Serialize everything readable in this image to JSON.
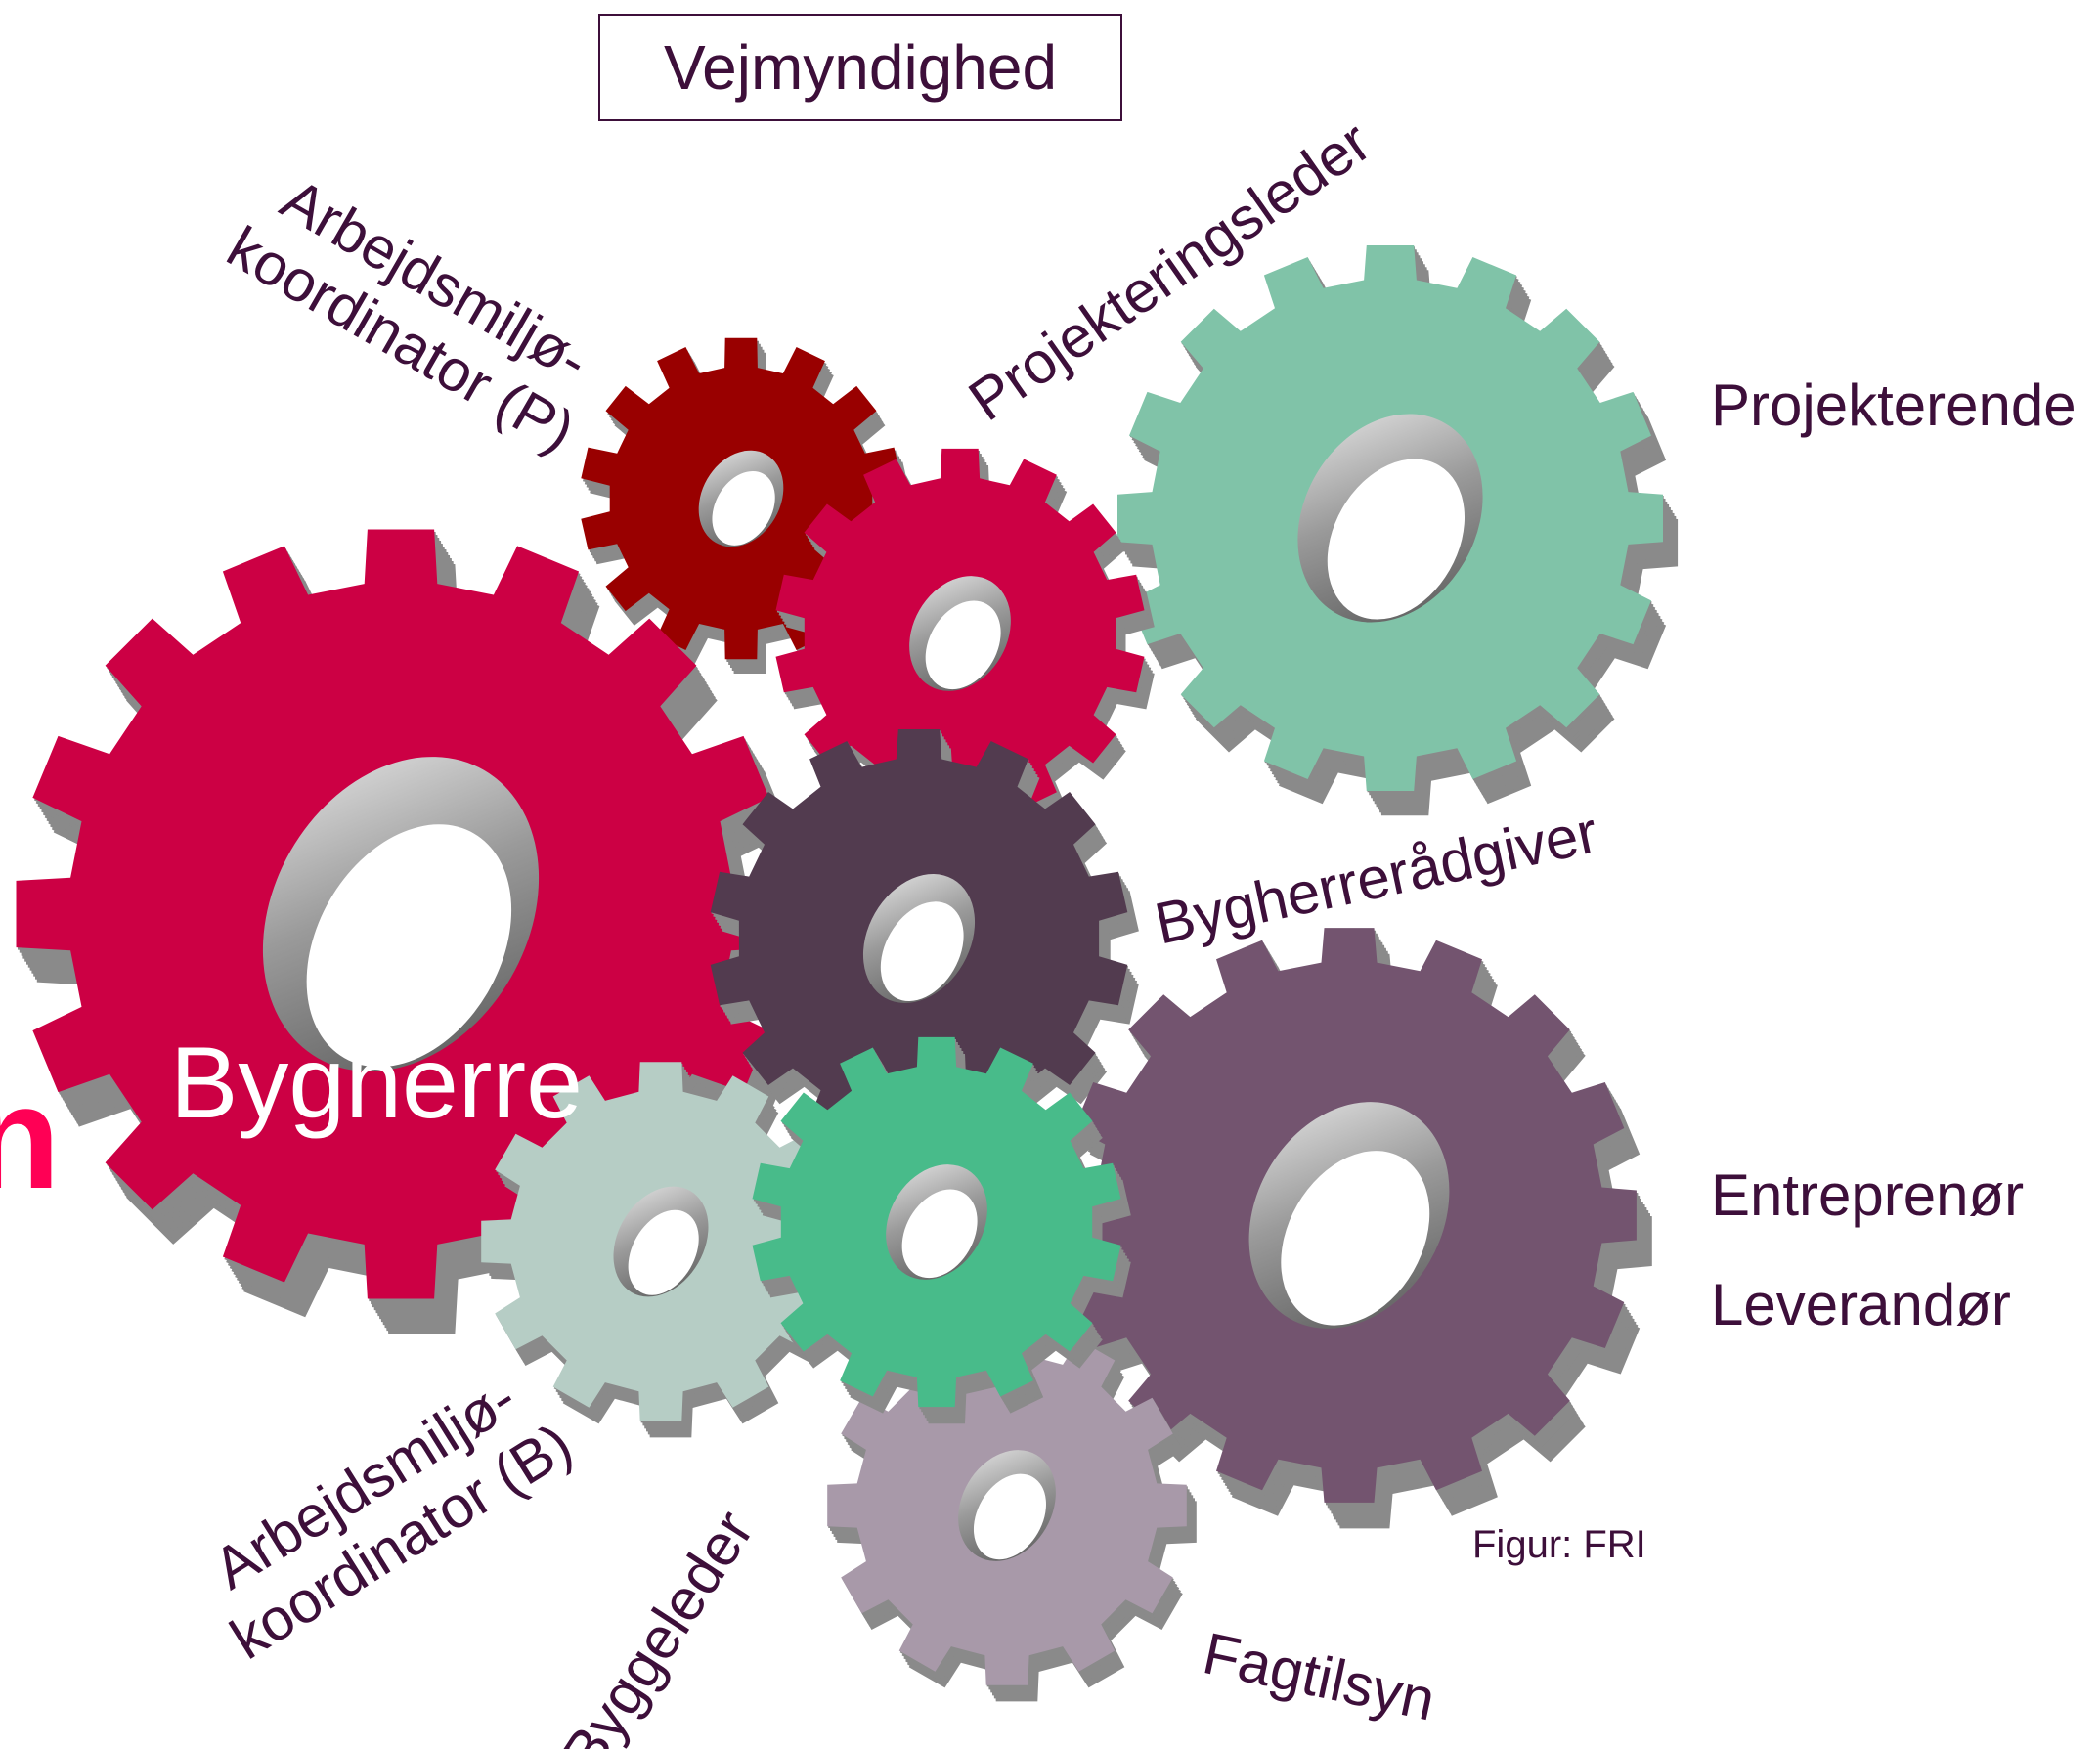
{
  "box_label": "Vejmyndighed",
  "credit": "Figur: FRI",
  "partial_left_letter": "n",
  "gears": [
    {
      "name": "gear-bygherre",
      "label": "Bygherre",
      "color": "#cc0044"
    },
    {
      "name": "gear-arbejdsmiljo-p",
      "color": "#990000"
    },
    {
      "name": "gear-projekteringsleder",
      "color": "#cc0044"
    },
    {
      "name": "gear-projekterende",
      "color": "#80c3a8"
    },
    {
      "name": "gear-bygherreraadgiver",
      "color": "#523b4f"
    },
    {
      "name": "gear-arbejdsmiljo-b",
      "color": "#b6cdc5"
    },
    {
      "name": "gear-byggeleder",
      "color": "#48bb8a"
    },
    {
      "name": "gear-entreprenor",
      "color": "#73546f"
    },
    {
      "name": "gear-fagtilsyn",
      "color": "#a899a9"
    }
  ],
  "labels": {
    "arbejdsmiljo_p_line1": "Arbejdsmiljø-",
    "arbejdsmiljo_p_line2": "koordinator (P)",
    "projekteringsleder": "Projekteringsleder",
    "projekterende": "Projekterende",
    "bygherreraadgiver": "Bygherrerådgiver",
    "entreprenor": "Entreprenør",
    "leverandor": "Leverandør",
    "arbejdsmiljo_b_line1": "Arbejdsmiljø-",
    "arbejdsmiljo_b_line2": "koordinator (B)",
    "byggeleder": "Byggeleder",
    "fagtilsyn": "Fagtilsyn"
  },
  "colors": {
    "text": "#3d0f3a",
    "gear_side": "#8a8a8a",
    "accent_pink": "#ff0055"
  }
}
